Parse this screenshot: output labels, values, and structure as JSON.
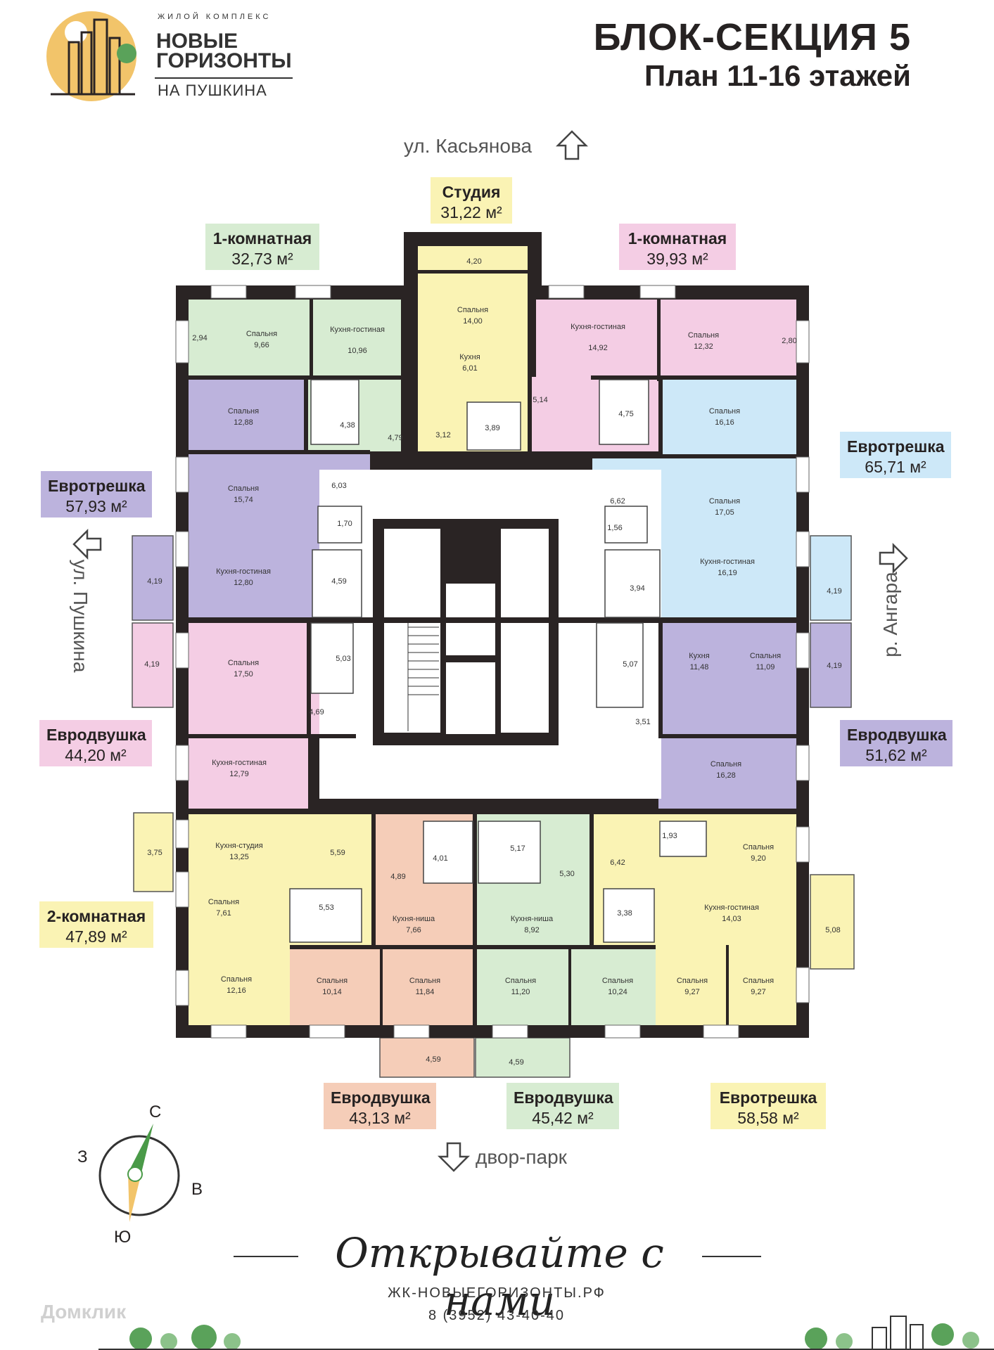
{
  "logo": {
    "top_line": "ЖИЛОЙ КОМПЛЕКС",
    "name_line1": "НОВЫЕ",
    "name_line2": "ГОРИЗОНТЫ",
    "sub": "НА ПУШКИНА"
  },
  "header": {
    "title": "БЛОК-СЕКЦИЯ 5",
    "subtitle": "План 11-16 этажей"
  },
  "streets": {
    "north": "ул. Касьянова",
    "west": "ул. Пушкина",
    "east": "р. Ангара",
    "south": "двор-парк"
  },
  "compass": {
    "n": "С",
    "s": "Ю",
    "w": "З",
    "e": "В"
  },
  "apartments": [
    {
      "type": "Студия",
      "area": "31,22 м²",
      "color": "#faf3b4"
    },
    {
      "type": "1-комнатная",
      "area": "32,73 м²",
      "color": "#d7ecd2"
    },
    {
      "type": "1-комнатная",
      "area": "39,93 м²",
      "color": "#f4cde4"
    },
    {
      "type": "Евротрешка",
      "area": "57,93 м²",
      "color": "#bcb3dd"
    },
    {
      "type": "Евротрешка",
      "area": "65,71 м²",
      "color": "#cde8f8"
    },
    {
      "type": "Евродвушка",
      "area": "44,20 м²",
      "color": "#f4cde4"
    },
    {
      "type": "Евродвушка",
      "area": "51,62 м²",
      "color": "#bcb3dd"
    },
    {
      "type": "2-комнатная",
      "area": "47,89 м²",
      "color": "#faf3b4"
    },
    {
      "type": "Евродвушка",
      "area": "43,13 м²",
      "color": "#f5cdb8"
    },
    {
      "type": "Евродвушка",
      "area": "45,42 м²",
      "color": "#d7ecd2"
    },
    {
      "type": "Евротрешка",
      "area": "58,58 м²",
      "color": "#faf3b4"
    }
  ],
  "rooms": [
    {
      "name": "",
      "area": "4,20"
    },
    {
      "name": "Спальня",
      "area": "14,00"
    },
    {
      "name": "Кухня",
      "area": "6,01"
    },
    {
      "name": "",
      "area": "3,12"
    },
    {
      "name": "",
      "area": "3,89"
    },
    {
      "name": "",
      "area": "2,94"
    },
    {
      "name": "Спальня",
      "area": "9,66"
    },
    {
      "name": "Кухня-гостиная",
      "area": "10,96"
    },
    {
      "name": "",
      "area": "4,38"
    },
    {
      "name": "",
      "area": "4,79"
    },
    {
      "name": "Кухня-гостиная",
      "area": "14,92"
    },
    {
      "name": "Спальня",
      "area": "12,32"
    },
    {
      "name": "",
      "area": "2,80"
    },
    {
      "name": "",
      "area": "5,14"
    },
    {
      "name": "",
      "area": "4,75"
    },
    {
      "name": "Спальня",
      "area": "12,88"
    },
    {
      "name": "Спальня",
      "area": "15,74"
    },
    {
      "name": "",
      "area": "6,03"
    },
    {
      "name": "",
      "area": "1,70"
    },
    {
      "name": "Кухня-гостиная",
      "area": "12,80"
    },
    {
      "name": "",
      "area": "4,59"
    },
    {
      "name": "",
      "area": "4,19"
    },
    {
      "name": "Спальня",
      "area": "16,16"
    },
    {
      "name": "Спальня",
      "area": "17,05"
    },
    {
      "name": "",
      "area": "6,62"
    },
    {
      "name": "",
      "area": "1,56"
    },
    {
      "name": "Кухня-гостиная",
      "area": "16,19"
    },
    {
      "name": "",
      "area": "3,94"
    },
    {
      "name": "",
      "area": "4,19"
    },
    {
      "name": "Спальня",
      "area": "17,50"
    },
    {
      "name": "",
      "area": "5,03"
    },
    {
      "name": "",
      "area": "4,69"
    },
    {
      "name": "Кухня-гостиная",
      "area": "12,79"
    },
    {
      "name": "",
      "area": "4,19"
    },
    {
      "name": "Кухня",
      "area": "11,48"
    },
    {
      "name": "Спальня",
      "area": "11,09"
    },
    {
      "name": "",
      "area": "5,07"
    },
    {
      "name": "",
      "area": "3,51"
    },
    {
      "name": "Спальня",
      "area": "16,28"
    },
    {
      "name": "",
      "area": "4,19"
    },
    {
      "name": "Кухня-студия",
      "area": "13,25"
    },
    {
      "name": "",
      "area": "5,59"
    },
    {
      "name": "Спальня",
      "area": "7,61"
    },
    {
      "name": "",
      "area": "5,53"
    },
    {
      "name": "Спальня",
      "area": "12,16"
    },
    {
      "name": "",
      "area": "3,75"
    },
    {
      "name": "",
      "area": "4,01"
    },
    {
      "name": "",
      "area": "4,89"
    },
    {
      "name": "Кухня-ниша",
      "area": "7,66"
    },
    {
      "name": "Спальня",
      "area": "10,14"
    },
    {
      "name": "Спальня",
      "area": "11,84"
    },
    {
      "name": "",
      "area": "4,59"
    },
    {
      "name": "",
      "area": "5,17"
    },
    {
      "name": "",
      "area": "5,30"
    },
    {
      "name": "Кухня-ниша",
      "area": "8,92"
    },
    {
      "name": "Спальня",
      "area": "11,20"
    },
    {
      "name": "Спальня",
      "area": "10,24"
    },
    {
      "name": "",
      "area": "4,59"
    },
    {
      "name": "",
      "area": "1,93"
    },
    {
      "name": "Спальня",
      "area": "9,20"
    },
    {
      "name": "",
      "area": "6,42"
    },
    {
      "name": "Кухня-гостиная",
      "area": "14,03"
    },
    {
      "name": "",
      "area": "3,38"
    },
    {
      "name": "Спальня",
      "area": "9,27"
    },
    {
      "name": "Спальня",
      "area": "9,27"
    },
    {
      "name": "",
      "area": "5,08"
    }
  ],
  "footer": {
    "slogan": "Открывайте с нами",
    "website": "ЖК-НОВЫЕГОРИЗОНТЫ.РФ",
    "phone": "8 (3952) 43-40-40",
    "watermark": "Домклик"
  }
}
